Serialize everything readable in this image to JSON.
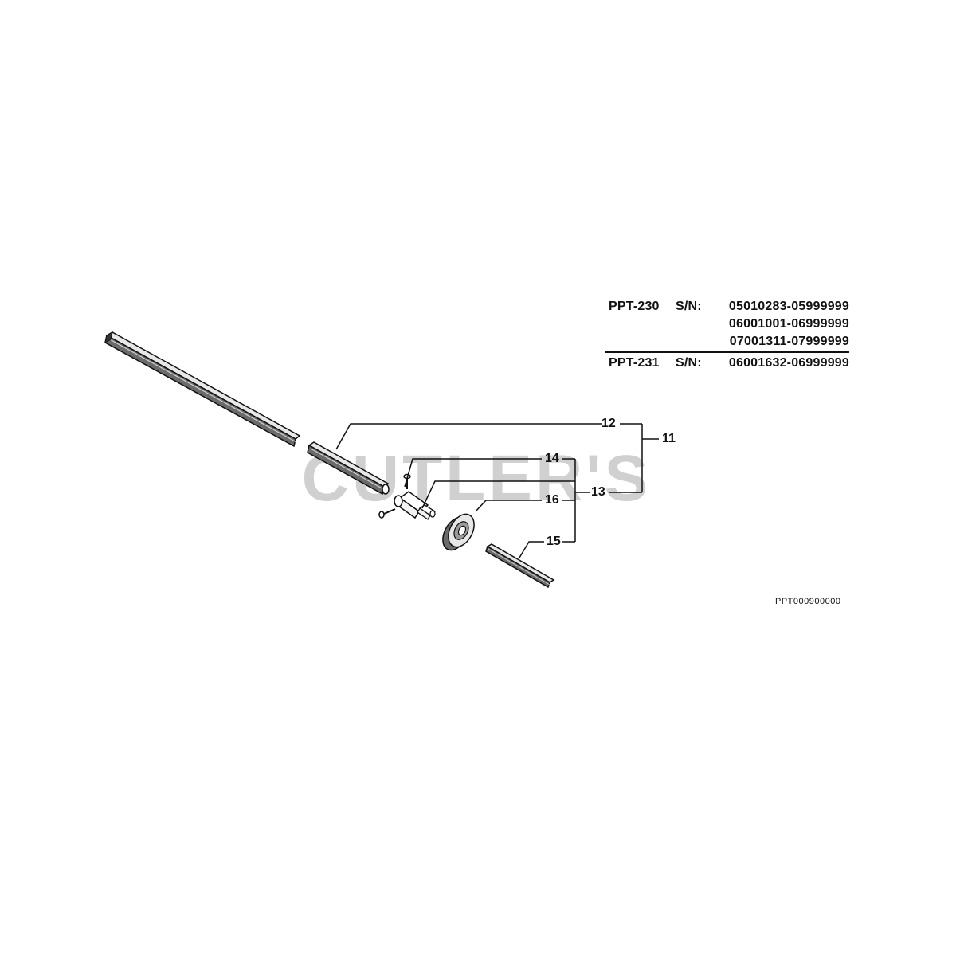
{
  "watermark": {
    "text": "CUTLER'S",
    "color": "#d0d0d0"
  },
  "serial_table": {
    "rows": [
      {
        "model": "PPT-230",
        "sn_label": "S/N:",
        "range": "05010283-05999999"
      },
      {
        "model": "",
        "sn_label": "",
        "range": "06001001-06999999"
      },
      {
        "model": "",
        "sn_label": "",
        "range": "07001311-07999999"
      },
      {
        "model": "PPT-231",
        "sn_label": "S/N:",
        "range": "06001632-06999999"
      }
    ]
  },
  "callouts": {
    "c11": "11",
    "c12": "12",
    "c13": "13",
    "c14": "14",
    "c15": "15",
    "c16": "16"
  },
  "diagram_code": "PPT000900000",
  "colors": {
    "line": "#111111",
    "part_fill": "#e8e8e8",
    "part_dark": "#555555"
  }
}
